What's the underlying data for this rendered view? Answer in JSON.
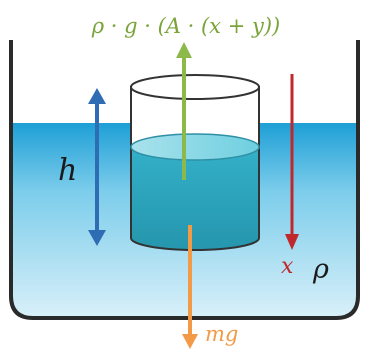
{
  "labels": {
    "buoyancy_force": "ρ · g · (A · (x + y))",
    "height": "h",
    "displacement": "x",
    "density": "ρ",
    "weight": "mg"
  },
  "colors": {
    "buoyancy_arrow": "#8DB84A",
    "weight_arrow": "#F29A45",
    "height_arrow": "#2E6DB4",
    "displacement_arrow": "#C0282C",
    "water": "#2FA8D6",
    "cylinder_fluid": "#3FB6C4",
    "container": "#2a2a2a"
  }
}
